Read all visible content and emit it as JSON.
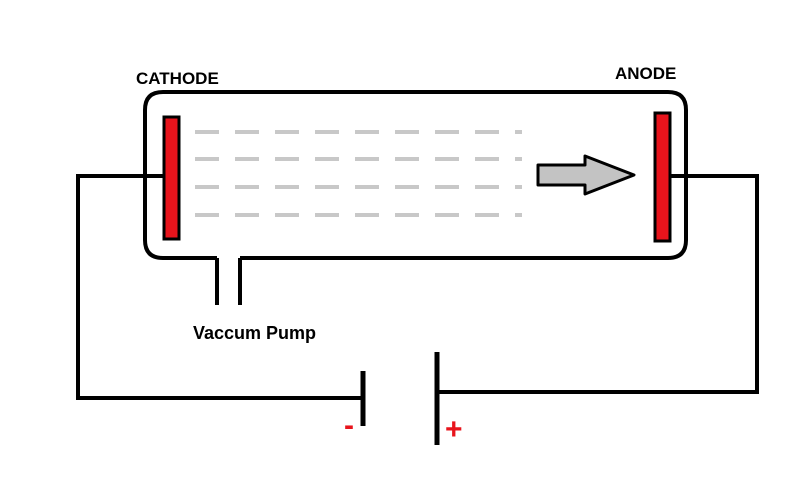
{
  "labels": {
    "cathode": "CATHODE",
    "anode": "ANODE",
    "vacuum_pump": "Vaccum Pump",
    "minus": "-",
    "plus": "+"
  },
  "colors": {
    "wire": "#000000",
    "electrode_fill": "#e8141c",
    "beam": "#c8c8c8",
    "arrow_fill": "#c3c3c3",
    "sign": "#e8141c"
  },
  "icons": {
    "beam_direction": "right-arrow-icon"
  }
}
